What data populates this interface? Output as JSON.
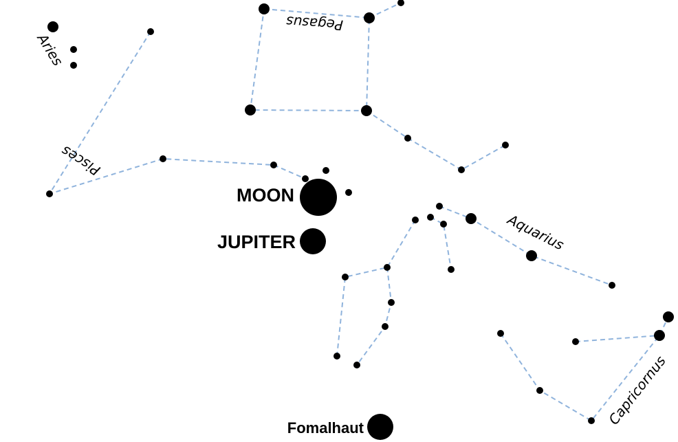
{
  "constellations": {
    "aries": "Aries",
    "pisces": "Pisces",
    "pegasus": "Pegasus",
    "aquarius": "Aquarius",
    "capricornus": "Capricornus"
  },
  "bodies": {
    "moon": "MOON",
    "jupiter": "JUPITER",
    "fomalhaut": "Fomalhaut"
  },
  "colors": {
    "line": "#8fb3dc",
    "star": "#000000"
  }
}
